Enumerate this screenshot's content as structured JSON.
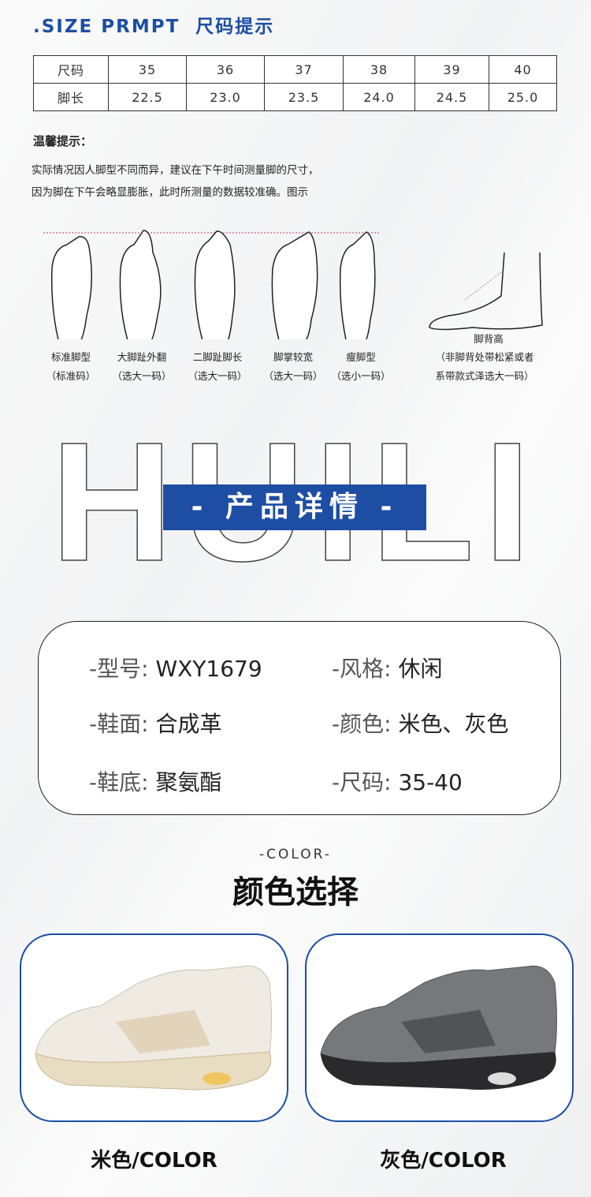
{
  "header": {
    "title": ".SIZE PRMPT  尺码提示",
    "accent": "#1d4ea3"
  },
  "size_table": {
    "row_labels": [
      "尺码",
      "脚长"
    ],
    "sizes": [
      "35",
      "36",
      "37",
      "38",
      "39",
      "40"
    ],
    "foot_lengths": [
      "22.5",
      "23.0",
      "23.5",
      "24.0",
      "24.5",
      "25.0"
    ]
  },
  "tips": {
    "heading": "温馨提示：",
    "lines": [
      "实际情况因人脚型不同而异，建议在下午时间测量脚的尺寸，",
      "因为脚在下午会略显膨胀，此时所测量的数据较准确。图示"
    ]
  },
  "foot_types": [
    {
      "name": "标准脚型",
      "advice": "（标准码）"
    },
    {
      "name": "大脚趾外翻",
      "advice": "（选大一码）"
    },
    {
      "name": "二脚趾脚长",
      "advice": "（选大一码）"
    },
    {
      "name": "脚掌较宽",
      "advice": "（选大一码）"
    },
    {
      "name": "瘦脚型",
      "advice": "（选小一码）"
    }
  ],
  "instep": {
    "name": "脚背高",
    "advice_1": "（非脚背处带松紧或者",
    "advice_2": "系带款式泽选大一码）"
  },
  "watermark": "HUILI",
  "details_banner": "- 产品详情 -",
  "specs": [
    {
      "label": "-型号:",
      "value": "WXY1679"
    },
    {
      "label": "-风格:",
      "value": "休闲"
    },
    {
      "label": "-鞋面:",
      "value": "合成革"
    },
    {
      "label": "-颜色:",
      "value": "米色、灰色"
    },
    {
      "label": "-鞋底:",
      "value": "聚氨酯"
    },
    {
      "label": "-尺码:",
      "value": "35-40"
    }
  ],
  "color_section": {
    "subtitle": "-COLOR-",
    "title": "颜色选择"
  },
  "colors": [
    {
      "label": "米色/COLOR",
      "hex": "#ece6da"
    },
    {
      "label": "灰色/COLOR",
      "hex": "#6f7175"
    }
  ]
}
